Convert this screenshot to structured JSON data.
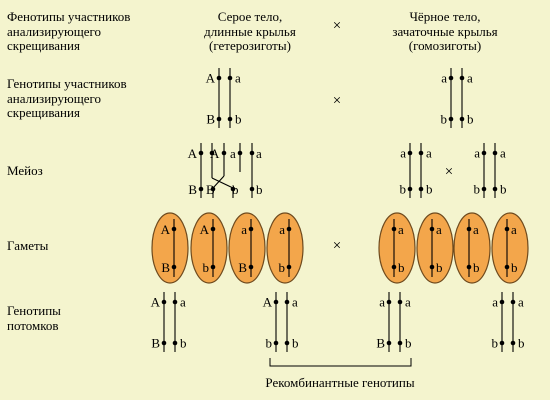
{
  "row_labels": {
    "phenotypes": "Фенотипы участников\nанализирующего\nскрещивания",
    "genotypes": "Генотипы участников\nанализирующего\nскрещивания",
    "meiosis": "Мейоз",
    "gametes": "Гаметы",
    "offspring": "Генотипы\nпотомков"
  },
  "parents": {
    "female_phenotype": "Серое тело,\nдлинные крылья\n(гетерозиготы)",
    "male_phenotype": "Чёрное тело,\nзачаточные крылья\n(гомозиготы)"
  },
  "cross_symbol": "×",
  "recombinant_label": "Рекомбинантные генотипы",
  "colors": {
    "background": "#F4F4CE",
    "gamete_fill": "#F3A64B",
    "gamete_stroke": "#6E4A1E",
    "line": "#000000"
  },
  "alleles": {
    "A": "A",
    "a": "a",
    "B": "B",
    "b": "b"
  },
  "gametes_female": [
    {
      "top": "A",
      "bottom": "B"
    },
    {
      "top": "A",
      "bottom": "b"
    },
    {
      "top": "a",
      "bottom": "B"
    },
    {
      "top": "a",
      "bottom": "b"
    }
  ],
  "gametes_male": [
    {
      "top": "a",
      "bottom": "b"
    },
    {
      "top": "a",
      "bottom": "b"
    },
    {
      "top": "a",
      "bottom": "b"
    },
    {
      "top": "a",
      "bottom": "b"
    }
  ],
  "offspring": [
    {
      "left_top": "A",
      "left_bottom": "B",
      "right_top": "a",
      "right_bottom": "b"
    },
    {
      "left_top": "A",
      "left_bottom": "b",
      "right_top": "a",
      "right_bottom": "b"
    },
    {
      "left_top": "a",
      "left_bottom": "B",
      "right_top": "a",
      "right_bottom": "b"
    },
    {
      "left_top": "a",
      "left_bottom": "b",
      "right_top": "a",
      "right_bottom": "b"
    }
  ]
}
